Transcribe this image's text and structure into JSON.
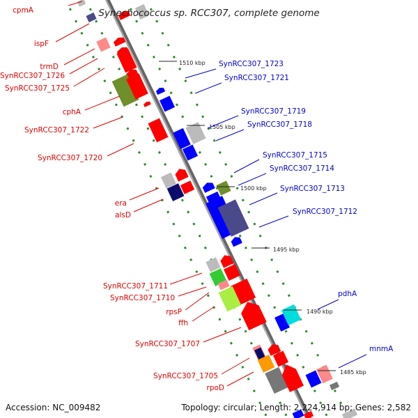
{
  "title": "Synechococcus sp. RCC307, complete genome",
  "footer": {
    "accession": "Accession: NC_009482",
    "topology": "Topology: circular; Length: 2,224,914 bp; Genes: 2,582"
  },
  "colors": {
    "backbone": "#888888",
    "ticks": "#2e8b2e",
    "left_labels": "#dd0000",
    "right_labels": "#0000cc",
    "red": "#ff0000",
    "pink": "#ff8888",
    "blue": "#0000ff",
    "navy": "#0b0b6e",
    "olive": "#6f8f2a",
    "gray": "#bbbbbb",
    "darkgray": "#777777",
    "cyan": "#00dddd",
    "lime": "#aaee44",
    "green": "#33cc33",
    "orange": "#ff9900",
    "purple": "#4a4a8a"
  },
  "kbp_marks": [
    "1510 kbp",
    "1505 kbp",
    "1500 kbp",
    "1495 kbp",
    "1490 kbp",
    "1485 kbp"
  ],
  "left_genes": [
    "cpmA",
    "ispF",
    "trmD",
    "SynRCC307_1726",
    "SynRCC307_1725",
    "cphA",
    "SynRCC307_1722",
    "SynRCC307_1720",
    "era",
    "alsD",
    "SynRCC307_1711",
    "SynRCC307_1710",
    "rpsP",
    "ffh",
    "SynRCC307_1707",
    "SynRCC307_1705",
    "rpoD"
  ],
  "right_genes": [
    "SynRCC307_1723",
    "SynRCC307_1721",
    "SynRCC307_1719",
    "SynRCC307_1718",
    "SynRCC307_1715",
    "SynRCC307_1714",
    "SynRCC307_1713",
    "SynRCC307_1712",
    "pdhA",
    "mnmA"
  ]
}
